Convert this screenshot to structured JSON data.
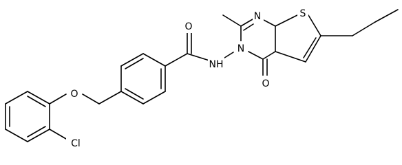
{
  "molecule": {
    "atoms": {
      "oxygen_amide": "O",
      "amide_nh": "NH",
      "ring_n_upper": "N",
      "ring_n_lower": "N",
      "oxygen_carbonyl": "O",
      "sulfur": "S",
      "oxygen_ether": "O",
      "chlorine": "Cl"
    }
  }
}
